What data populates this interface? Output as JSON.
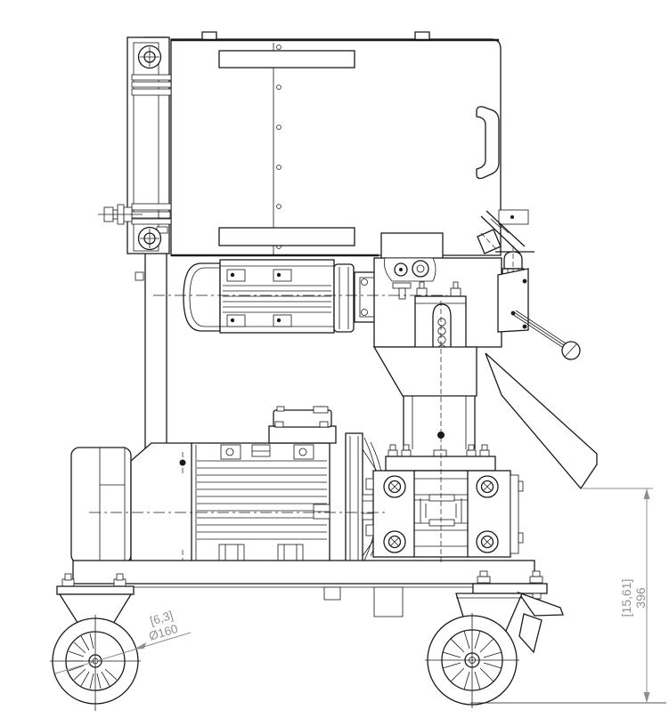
{
  "annotations": {
    "caster_dimension": {
      "bracket": "[6,3]",
      "value": "Ø160"
    },
    "height_dimension": {
      "bracket": "[15,61]",
      "value": "396"
    }
  },
  "colors": {
    "line_color": "#1a1a1a",
    "dimension_color": "#8f8f8f",
    "background": "#ffffff"
  }
}
